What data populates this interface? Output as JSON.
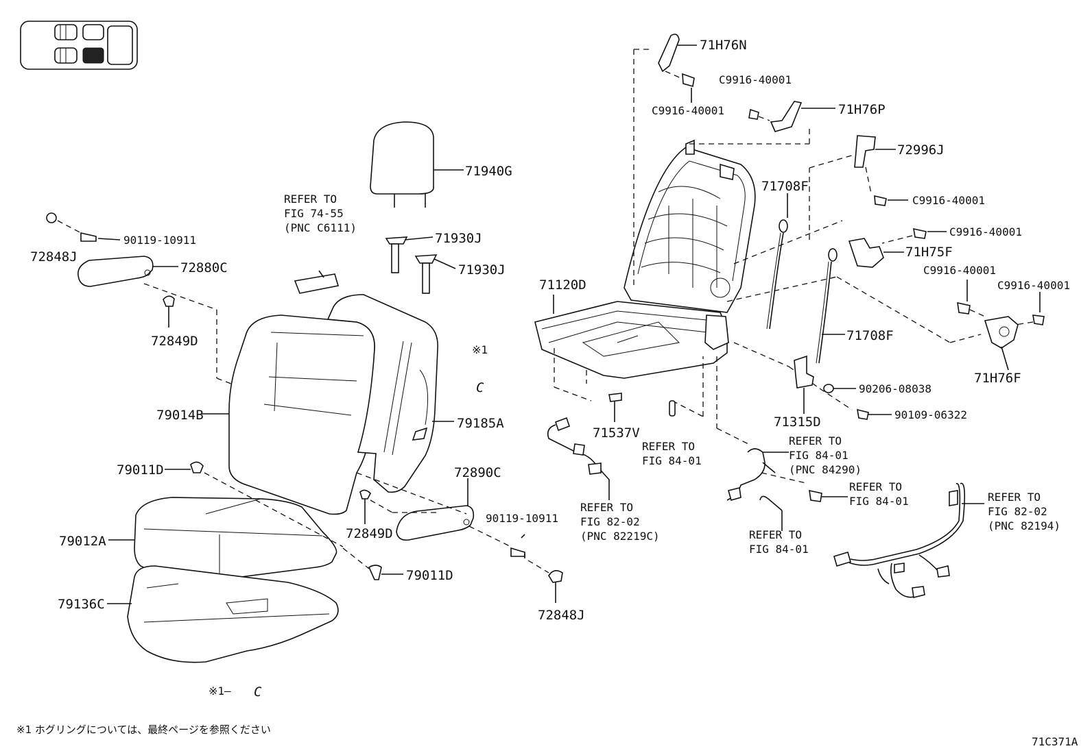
{
  "labels": {
    "p71H76N": "71H76N",
    "c9916_a": "C9916-40001",
    "c9916_b": "C9916-40001",
    "p71H76P": "71H76P",
    "p72996J": "72996J",
    "c9916_c": "C9916-40001",
    "c9916_d": "C9916-40001",
    "p71H75F": "71H75F",
    "c9916_e": "C9916-40001",
    "c9916_f": "C9916-40001",
    "p71H76F": "71H76F",
    "p71708F_a": "71708F",
    "p71708F_b": "71708F",
    "p71120D": "71120D",
    "p90206": "90206-08038",
    "p90109": "90109-06322",
    "p71315D": "71315D",
    "p71537V": "71537V",
    "p71940G": "71940G",
    "p71930J_a": "71930J",
    "p71930J_b": "71930J",
    "p72848J_a": "72848J",
    "p90119_a": "90119-10911",
    "p72880C": "72880C",
    "p72849D_a": "72849D",
    "p79014B": "79014B",
    "p79185A": "79185A",
    "p79011D_a": "79011D",
    "p72890C": "72890C",
    "p90119_b": "90119-10911",
    "p72849D_b": "72849D",
    "p79012A": "79012A",
    "p79011D_b": "79011D",
    "p79136C": "79136C",
    "p72848J_b": "72848J",
    "mark1": "※1",
    "mark1_c": "C",
    "mark2": "※1—",
    "mark2_c": "C"
  },
  "refs": {
    "r1": [
      "REFER TO",
      "FIG 74-55",
      "(PNC C6111)"
    ],
    "r2": [
      "REFER TO",
      "FIG 84-01"
    ],
    "r3": [
      "REFER TO",
      "FIG 84-01",
      "(PNC 84290)"
    ],
    "r4": [
      "REFER TO",
      "FIG 84-01"
    ],
    "r5": [
      "REFER TO",
      "FIG 84-01"
    ],
    "r6": [
      "REFER TO",
      "FIG 82-02",
      "(PNC 82219C)"
    ],
    "r7": [
      "REFER TO",
      "FIG 82-02",
      "(PNC 82194)"
    ]
  },
  "footer": {
    "note": "※1  ホグリングについては、最終ページを参照ください",
    "figure_code": "71C371A"
  }
}
